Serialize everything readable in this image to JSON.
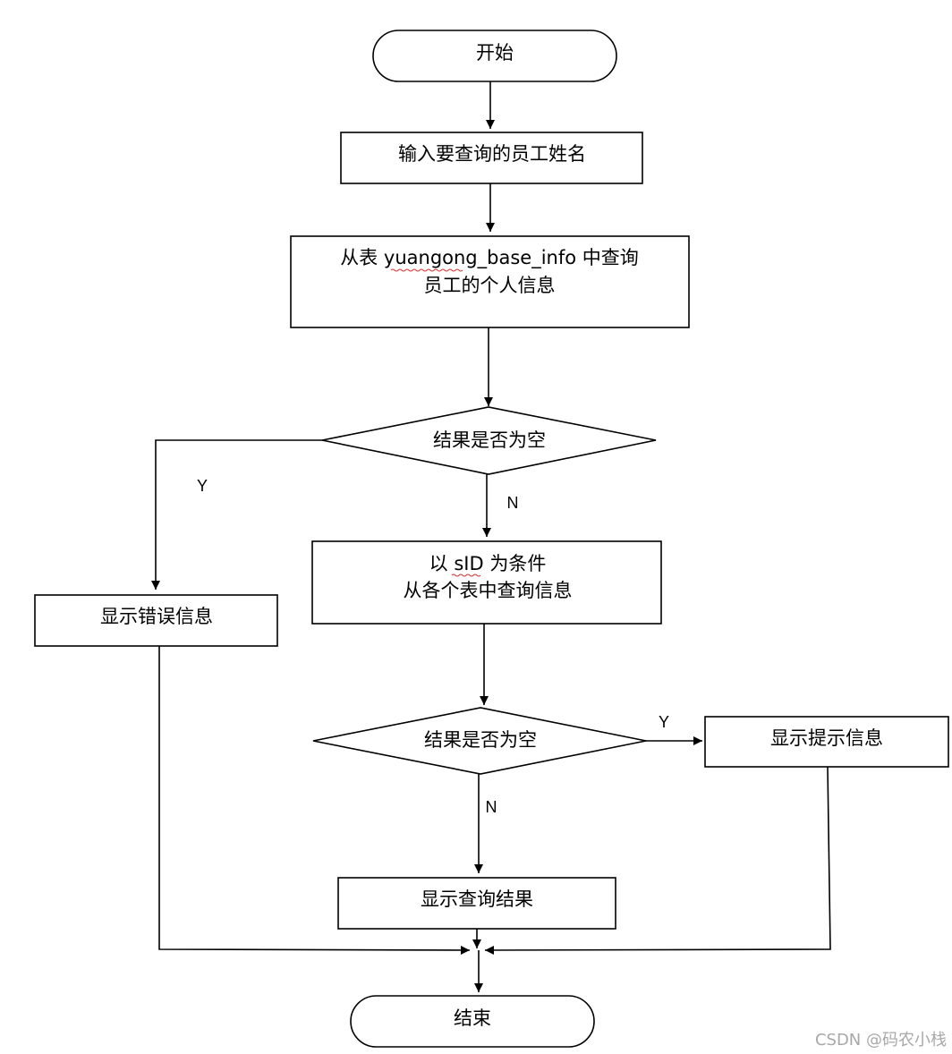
{
  "nodes": {
    "start": {
      "text": "开始"
    },
    "input_name": {
      "text": "输入要查询的员工姓名"
    },
    "query_base": {
      "line1_prefix": "从表 ",
      "line1_table": "yuangong_base_info",
      "line1_suffix": " 中查询",
      "line2": "员工的个人信息"
    },
    "check_empty_1": {
      "text": "结果是否为空"
    },
    "show_error": {
      "text": "显示错误信息"
    },
    "query_by_sid": {
      "line1_prefix": "以 ",
      "line1_key": "sID",
      "line1_suffix": " 为条件",
      "line2": "从各个表中查询信息"
    },
    "check_empty_2": {
      "text": "结果是否为空"
    },
    "show_hint": {
      "text": "显示提示信息"
    },
    "show_result": {
      "text": "显示查询结果"
    },
    "end": {
      "text": "结束"
    }
  },
  "edge_labels": {
    "check1_yes": "Y",
    "check1_no": "N",
    "check2_yes": "Y",
    "check2_no": "N"
  },
  "watermark": "CSDN @码农小栈"
}
